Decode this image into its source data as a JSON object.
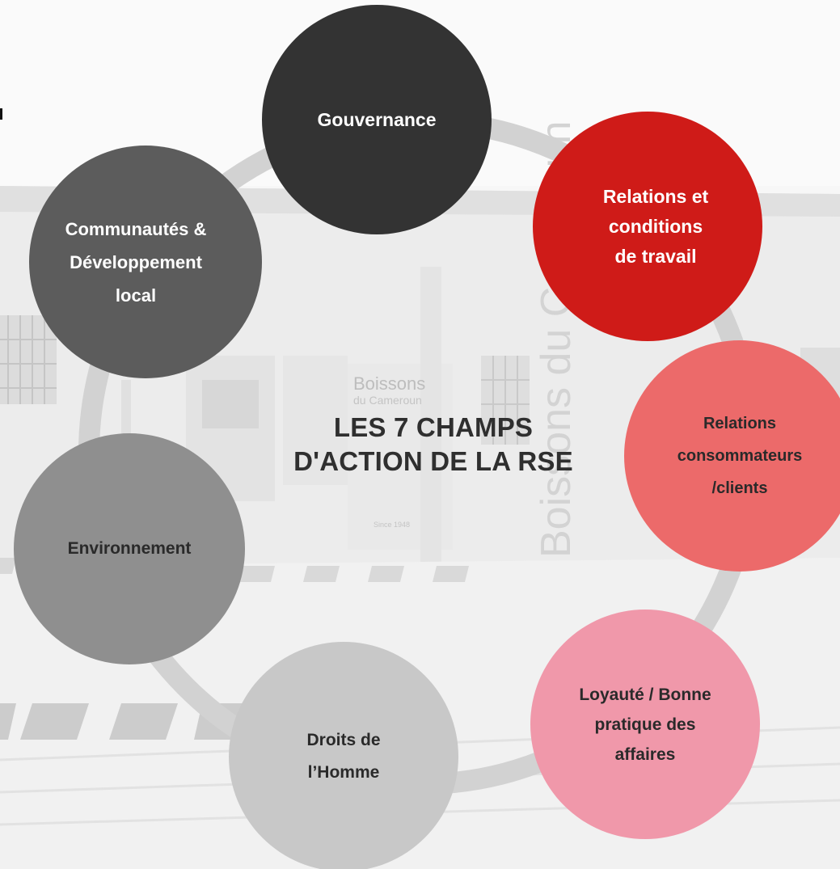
{
  "diagram": {
    "center_title": [
      "LES 7 CHAMPS",
      "D'ACTION DE LA RSE"
    ],
    "nodes": [
      {
        "id": "gouvernance",
        "label": "Gouvernance",
        "color": "#333333"
      },
      {
        "id": "relations-travail",
        "label": "Relations et\nconditions\nde travail",
        "color": "#cf1b18"
      },
      {
        "id": "relations-consommateurs",
        "label": "Relations\nconsommateurs\n/clients",
        "color": "#ec6a6a"
      },
      {
        "id": "loyaute",
        "label": "Loyauté / Bonne\npratique des\naffaires",
        "color": "#f098aa"
      },
      {
        "id": "droits-homme",
        "label": "Droits de\nl’Homme",
        "color": "#c8c8c8"
      },
      {
        "id": "environnement",
        "label": "Environnement",
        "color": "#8f8f8f"
      },
      {
        "id": "communautes",
        "label": "Communautés &\nDéveloppement\nlocal",
        "color": "#5c5c5c"
      }
    ],
    "ring_color": "#d2d2d2"
  },
  "background": {
    "sign_text": [
      "Boissons",
      "du Cameroun"
    ],
    "vertical_text": "Boissons du Cameroun",
    "badge_text": "Since 1948"
  }
}
